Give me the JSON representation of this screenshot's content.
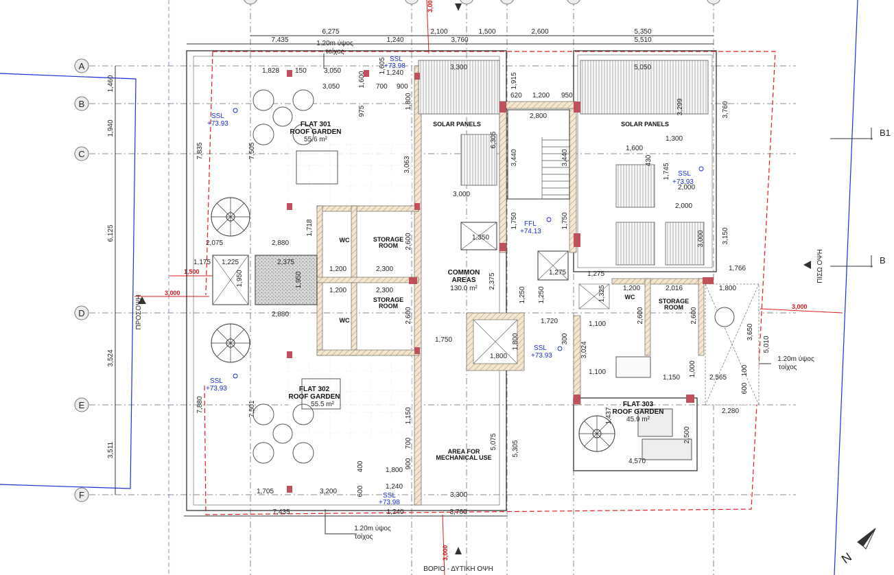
{
  "grid_labels": {
    "rows": [
      "A",
      "B",
      "C",
      "D",
      "E",
      "F"
    ]
  },
  "section_markers": [
    "B1",
    "B"
  ],
  "elevations": {
    "front": "ΠΡΟΣΟΨΗ",
    "rear": "ΠΙΣΩ ΟΨΗ",
    "northwest": "ΒΟΡΙΟ - ΔΥΤΙΚΗ ΟΨΗ"
  },
  "rooms": {
    "flat301": {
      "name": "FLAT 301",
      "type": "ROOF GARDEN",
      "area": "55.6 m²"
    },
    "flat302": {
      "name": "FLAT 302",
      "type": "ROOF GARDEN",
      "area": "55.5 m²"
    },
    "flat303": {
      "name": "FLAT 303",
      "type": "ROOF GARDEN",
      "area": "45.9 m²"
    },
    "common": {
      "name": "COMMON",
      "type": "AREAS",
      "area": "130.0 m²"
    },
    "mechanical": {
      "name": "AREA FOR",
      "type": "MECHANICAL USE"
    },
    "storage": {
      "line1": "STORAGE",
      "line2": "ROOM"
    },
    "wc": "WC",
    "solar": "SOLAR PANELS"
  },
  "levels": {
    "ssl": "SSL",
    "ssl_value": "+73.93",
    "ssl_value_alt": "+73.98",
    "ffl": "FFL",
    "ffl_value": "+74.13"
  },
  "notes": {
    "wall_line1": "1.20m ύψος",
    "wall_line2": "τοίχος"
  },
  "red_dims": {
    "setback": "3,000",
    "small": "1,500"
  },
  "dims_top": {
    "d1": "7,435",
    "d2": "6,275",
    "d3": "1,240",
    "d4": "2,100",
    "d5": "3,760",
    "d6": "1,500",
    "d7": "2,600",
    "d8": "5,350",
    "d9": "5,510"
  },
  "dims_bottom": {
    "d1": "7,435",
    "d2": "1,240",
    "d3": "3,760"
  },
  "dims_left": {
    "d1": "1,460",
    "d2": "1,940",
    "d3": "6,125",
    "d4": "3,524",
    "d5": "3,511",
    "d6": "7,835",
    "d7": "7,880",
    "d8": "7,505",
    "d9": "7,501"
  },
  "dims_inner": {
    "a": "1,828",
    "b": "150",
    "c": "3,050",
    "d": "3,050",
    "e": "1,605",
    "f": "1,240",
    "g": "700",
    "h": "900",
    "i": "1,600",
    "j": "975",
    "k": "1,800",
    "l": "3,063",
    "m": "3,300",
    "n": "1,915",
    "o": "620",
    "p": "1,200",
    "q": "950",
    "r": "2,800",
    "s": "3,440",
    "t": "3,440",
    "u": "6,305",
    "v": "3,000",
    "w": "1,750",
    "x": "1,750",
    "y": "1,350",
    "z": "1,718",
    "aa": "2,880",
    "ab": "2,075",
    "ac": "2,600",
    "ad": "1,175",
    "ae": "1,225",
    "af": "2,375",
    "ag": "1,200",
    "ah": "2,300",
    "ai": "1,950",
    "aj": "1,950",
    "ak": "2,300",
    "al": "1,200",
    "am": "2,600",
    "an": "2,375",
    "ao": "2,880",
    "ap": "1,750",
    "aq": "1,800",
    "ar": "1,800",
    "as": "1,720",
    "at": "300",
    "au": "1,250",
    "av": "1,250",
    "aw": "1,275",
    "ax": "1,275",
    "ay": "1,325",
    "az": "5,050",
    "ba": "3,299",
    "bb": "1,300",
    "bc": "1,600",
    "bd": "430",
    "be": "1,745",
    "bf": "2,000",
    "bg": "2,000",
    "bh": "3,150",
    "bi": "3,000",
    "bj": "1,766",
    "bk": "3,760",
    "bl": "1,200",
    "bm": "2,016",
    "bn": "1,800",
    "bo": "1,100",
    "bp": "2,600",
    "bq": "2,600",
    "br": "3,024",
    "bs": "1,100",
    "bt": "1,150",
    "bu": "2,565",
    "bv": "1,437",
    "bw": "3,650",
    "bx": "5,010",
    "by": "2,280",
    "bz": "2,500",
    "ca": "4,570",
    "cb": "1,150",
    "cc": "700",
    "cd": "5,075",
    "ce": "5,305",
    "cf": "3,300",
    "cg": "1,800",
    "ch": "400",
    "ci": "900",
    "cj": "1,705",
    "ck": "3,200",
    "cl": "600",
    "cm": "1,240",
    "cn": "1,000",
    "co": "100",
    "cp": "600"
  },
  "north_label": "N"
}
